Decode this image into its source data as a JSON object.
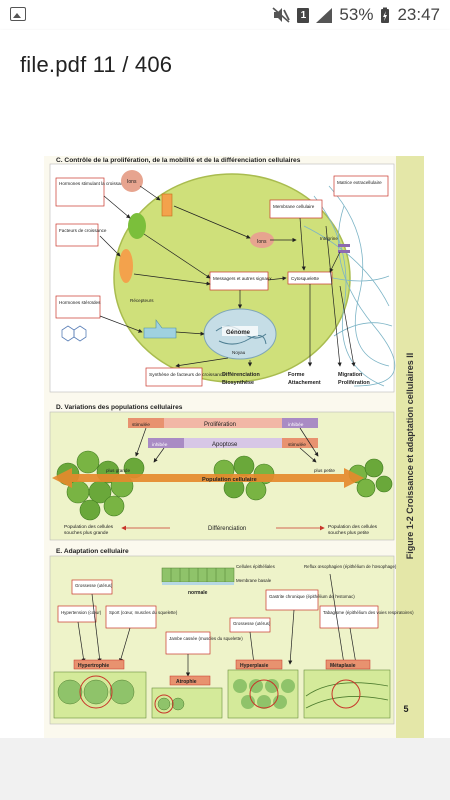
{
  "status_bar": {
    "battery_percent": "53%",
    "time": "23:47",
    "sim_label": "1"
  },
  "app_bar": {
    "title": "file.pdf 11 / 406"
  },
  "page": {
    "side_title": "Figure 1-2  Croissance et adaptation cellulaires II",
    "page_number": "5",
    "section_c": {
      "heading": "C. Contrôle de la prolifération, de la mobilité et de la différenciation cellulaires",
      "hormones": "Hormones stimulant la croissance",
      "ions_top": "Ions",
      "matrice": "Matrice extracellulaire",
      "membrane": "Membrane cellulaire",
      "facteurs": "Facteurs de croissance",
      "ions_right": "Ions",
      "integrine": "Intégrine",
      "messagers": "Messagers et autres signaux",
      "cytosquelette": "Cytosquelette",
      "recepteurs": "Récepteurs",
      "hormones_steroides": "Hormones stéroïdes",
      "genome": "Génome",
      "noyau": "Noyau",
      "synthese": "Synthèse de facteurs de croissance",
      "differenciation": "Différenciation",
      "biosynthese": "Biosynthèse",
      "forme": "Forme",
      "attachement": "Attachement",
      "migration": "Migration",
      "proliferation": "Prolifération"
    },
    "section_d": {
      "heading": "D. Variations des populations cellulaires",
      "stimulee_1": "stimulée",
      "proliferation": "Prolifération",
      "inhibee_1": "inhibée",
      "inhibee_2": "inhibée",
      "apoptose": "Apoptose",
      "stimulee_2": "stimulée",
      "plus_grande": "plus grande",
      "population_cellulaire": "Population cellulaire",
      "plus_petite": "plus petite",
      "pop_left_1": "Population des cellules",
      "pop_left_2": "souches plus grande",
      "differenciation": "Différenciation",
      "pop_right_1": "Population des cellules",
      "pop_right_2": "souches plus petite"
    },
    "section_e": {
      "heading": "E. Adaptation cellulaire",
      "cellules_epitheliales": "Cellules épithéliales",
      "membrane_basale": "Membrane basale",
      "normale": "normale",
      "grossesse_1": "Grossesse (utérus)",
      "reflux": "Reflux œsophagien (épithélium de l'œsophage)",
      "gastrite": "Gastrite chronique (épithélium de l'estomac)",
      "hypertension": "Hypertension (cœur)",
      "sport": "Sport (cœur, muscles du squelette)",
      "tabagisme": "Tabagisme (épithélium des voies respiratoires)",
      "jambe": "Jambe cassée (muscles du squelette)",
      "grossesse_2": "Grossesse (utérus)",
      "hypertrophie": "Hypertrophie",
      "atrophie": "Atrophie",
      "hyperplasie": "Hyperplasie",
      "metaplasie": "Métaplasie"
    }
  },
  "colors": {
    "cell_green": "#cfe07a",
    "nucleus_blue": "#c5dde6",
    "label_red": "#c8352a",
    "panel_bg": "#eef3c9",
    "orange_arrow": "#e58a2c",
    "purple_band": "#a98bc4"
  }
}
